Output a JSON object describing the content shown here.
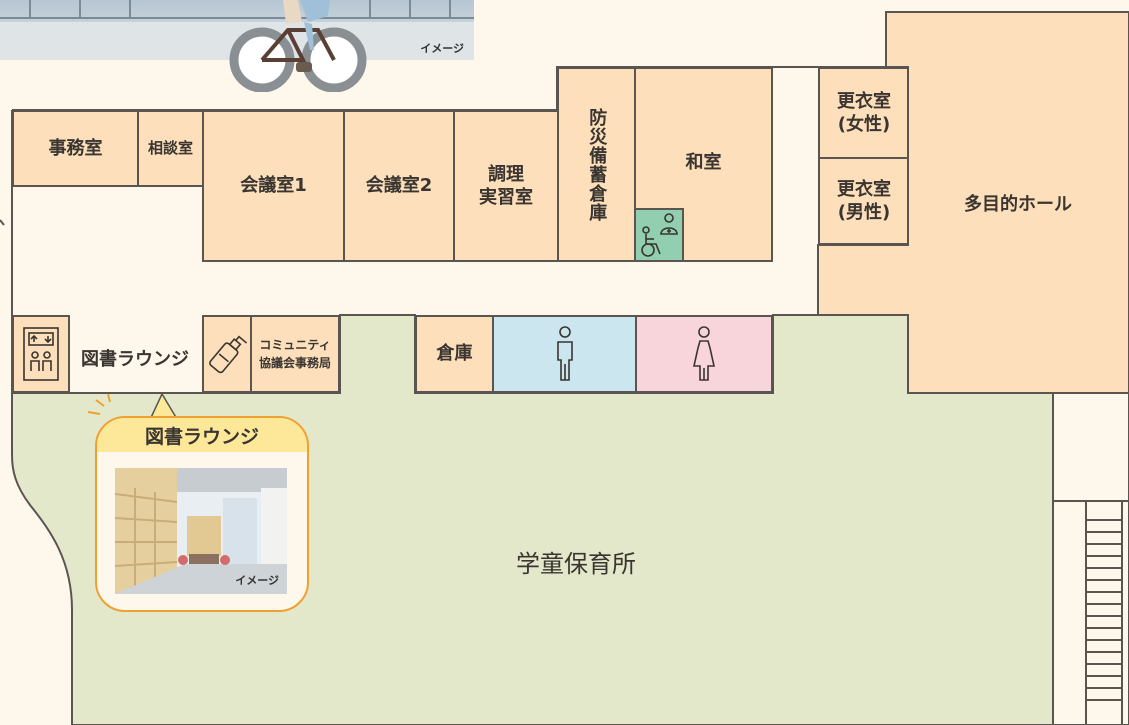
{
  "photo_top": {
    "caption": "イメージ"
  },
  "rooms": {
    "jimushitsu": "事務室",
    "soudanshitsu": "相談室",
    "kaigi1": "会議室1",
    "kaigi2": "会議室2",
    "chouri_line1": "調理",
    "chouri_line2": "実習室",
    "bousai": "防災備蓄倉庫",
    "washitsu": "和室",
    "koui_women_line1": "更衣室",
    "koui_women_line2": "(女性)",
    "koui_men_line1": "更衣室",
    "koui_men_line2": "(男性)",
    "hall": "多目的ホール",
    "library": "図書ラウンジ",
    "community_line1": "コミュニティ",
    "community_line2": "協議会事務局",
    "souko": "倉庫",
    "gakudou": "学童保育所"
  },
  "callout": {
    "title": "図書ラウンジ",
    "caption": "イメージ"
  },
  "colors": {
    "background": "#fef7ec",
    "room": "#fde0bb",
    "gakudou": "#e3e8cb",
    "mens_toilet": "#cbe6ee",
    "womens_toilet": "#f8d5da",
    "accessible_toilet": "#92cfb0",
    "callout_border": "#f0a030",
    "callout_title_bg": "#fde89a",
    "wall": "#5a5550"
  },
  "icons": [
    "bicycle-icon",
    "elevator-icon",
    "hand-sanitizer-icon",
    "mens-toilet-icon",
    "womens-toilet-icon",
    "accessible-toilet-icon"
  ]
}
